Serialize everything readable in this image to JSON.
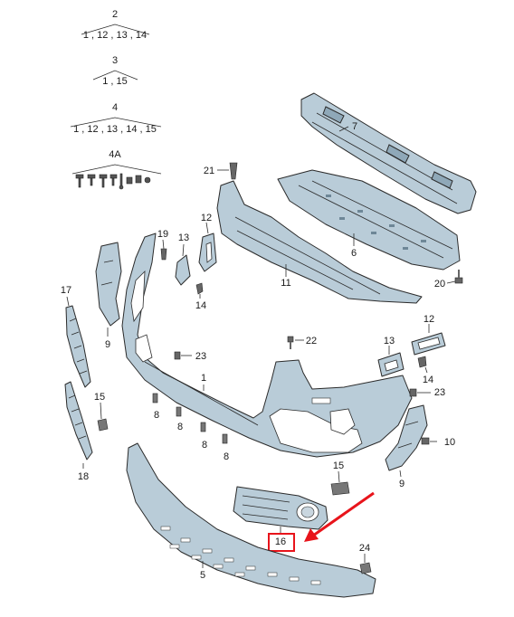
{
  "sets": [
    {
      "number": "2",
      "contents": "1 , 12 , 13 , 14"
    },
    {
      "number": "3",
      "contents": "1 , 15"
    },
    {
      "number": "4",
      "contents": "1 , 12 , 13 , 14 , 15"
    },
    {
      "number": "4A",
      "contents": ""
    }
  ],
  "labels": {
    "p1": "1",
    "p5": "5",
    "p6": "6",
    "p7": "7",
    "p8a": "8",
    "p8b": "8",
    "p8c": "8",
    "p8d": "8",
    "p9a": "9",
    "p9b": "9",
    "p10": "10",
    "p11": "11",
    "p12a": "12",
    "p12b": "12",
    "p13a": "13",
    "p13b": "13",
    "p14a": "14",
    "p14b": "14",
    "p15a": "15",
    "p15b": "15",
    "p16": "16",
    "p17": "17",
    "p18": "18",
    "p19": "19",
    "p20": "20",
    "p21": "21",
    "p22": "22",
    "p23a": "23",
    "p23b": "23",
    "p24": "24"
  },
  "highlight": {
    "part": "16",
    "color": "#e8141b"
  },
  "colors": {
    "part_fill": "#b9ccd8",
    "outline": "#2b2b2b",
    "highlight": "#e8141b"
  }
}
